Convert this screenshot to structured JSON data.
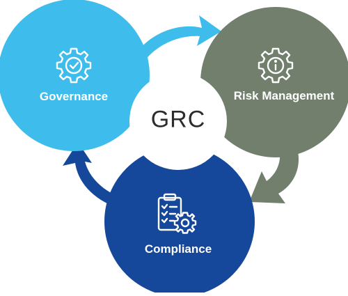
{
  "diagram": {
    "center": {
      "label": "GRC"
    },
    "nodes": [
      {
        "id": "governance",
        "label": "Governance",
        "icon": "gear-check-icon",
        "color": "#3ebded"
      },
      {
        "id": "risk",
        "label": "Risk Management",
        "icon": "gear-info-icon",
        "color": "#717f6c"
      },
      {
        "id": "compliance",
        "label": "Compliance",
        "icon": "clipboard-gear-icon",
        "color": "#15479a"
      }
    ],
    "edges": [
      {
        "from": "governance",
        "to": "risk",
        "color": "#3ebded"
      },
      {
        "from": "risk",
        "to": "compliance",
        "color": "#717f6c"
      },
      {
        "from": "compliance",
        "to": "governance",
        "color": "#15479a"
      }
    ],
    "colors": {
      "center_fill": "#ffffff",
      "center_text": "#2c2c2c",
      "label_text": "#ffffff"
    }
  }
}
